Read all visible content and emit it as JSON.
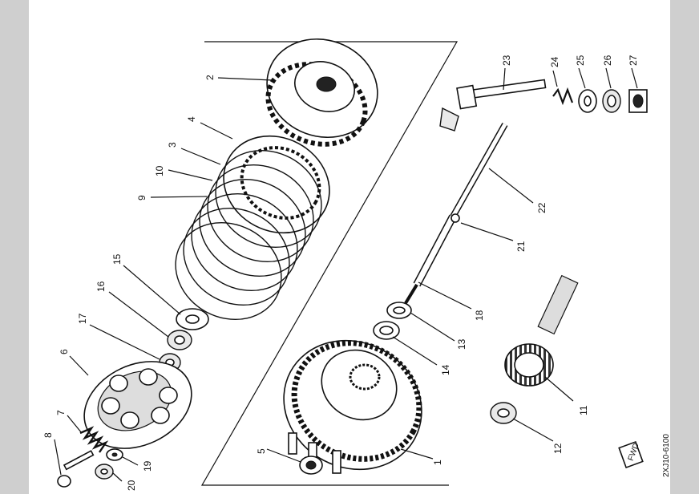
{
  "diagram": {
    "drawing_code": "2XJ10-6100",
    "fwd_mark": "FWD",
    "callouts": [
      {
        "id": "c1",
        "number": "1"
      },
      {
        "id": "c2",
        "number": "2"
      },
      {
        "id": "c3",
        "number": "3"
      },
      {
        "id": "c4",
        "number": "4"
      },
      {
        "id": "c5",
        "number": "5"
      },
      {
        "id": "c6",
        "number": "6"
      },
      {
        "id": "c7",
        "number": "7"
      },
      {
        "id": "c8",
        "number": "8"
      },
      {
        "id": "c9",
        "number": "9"
      },
      {
        "id": "c10",
        "number": "10"
      },
      {
        "id": "c11",
        "number": "11"
      },
      {
        "id": "c12",
        "number": "12"
      },
      {
        "id": "c13",
        "number": "13"
      },
      {
        "id": "c14",
        "number": "14"
      },
      {
        "id": "c15",
        "number": "15"
      },
      {
        "id": "c16",
        "number": "16"
      },
      {
        "id": "c17",
        "number": "17"
      },
      {
        "id": "c18",
        "number": "18"
      },
      {
        "id": "c19",
        "number": "19"
      },
      {
        "id": "c20",
        "number": "20"
      },
      {
        "id": "c21",
        "number": "21"
      },
      {
        "id": "c22",
        "number": "22"
      },
      {
        "id": "c23",
        "number": "23"
      },
      {
        "id": "c24",
        "number": "24"
      },
      {
        "id": "c25",
        "number": "25"
      },
      {
        "id": "c26",
        "number": "26"
      },
      {
        "id": "c27",
        "number": "27"
      }
    ]
  }
}
